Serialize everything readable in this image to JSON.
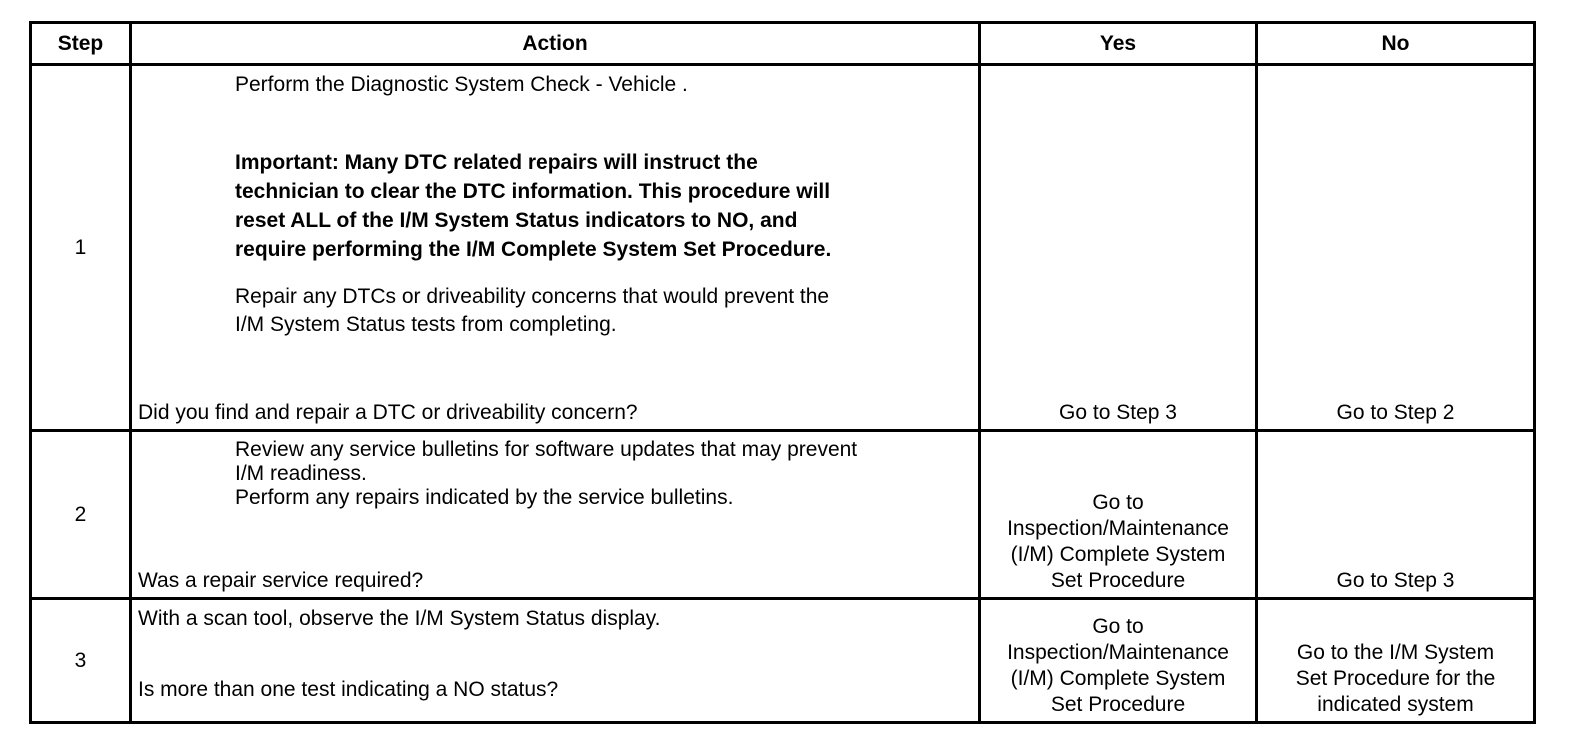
{
  "table": {
    "headers": {
      "step": "Step",
      "action": "Action",
      "yes": "Yes",
      "no": "No"
    },
    "rows": [
      {
        "step": "1",
        "action": {
          "line1": "Perform the Diagnostic System Check - Vehicle .",
          "important": [
            "Important: Many DTC related repairs will instruct the",
            "technician to clear the DTC information. This procedure will",
            "reset ALL of the I/M System Status indicators to NO, and",
            "require performing the I/M Complete System Set Procedure."
          ],
          "repair": [
            "Repair any DTCs or driveability concerns that would prevent the",
            "I/M System Status tests from completing."
          ],
          "question": "Did you find and repair a DTC or driveability concern?"
        },
        "yes": [
          "Go to Step 3"
        ],
        "no": [
          "Go to Step 2"
        ]
      },
      {
        "step": "2",
        "action": {
          "lines": [
            "Review any service bulletins for software updates that may prevent",
            "I/M readiness.",
            "Perform any repairs indicated by the service bulletins."
          ],
          "question": "Was a repair service required?"
        },
        "yes": [
          "Go to",
          "Inspection/Maintenance",
          "(I/M) Complete System",
          "Set Procedure"
        ],
        "no": [
          "Go to Step 3"
        ]
      },
      {
        "step": "3",
        "action": {
          "line1": "With a scan tool, observe the I/M System Status display.",
          "question": "Is more than one test indicating a NO status?"
        },
        "yes": [
          "Go to",
          "Inspection/Maintenance",
          "(I/M) Complete System",
          "Set Procedure"
        ],
        "no": [
          "Go to the I/M System",
          "Set Procedure for the",
          "indicated system"
        ]
      }
    ]
  }
}
